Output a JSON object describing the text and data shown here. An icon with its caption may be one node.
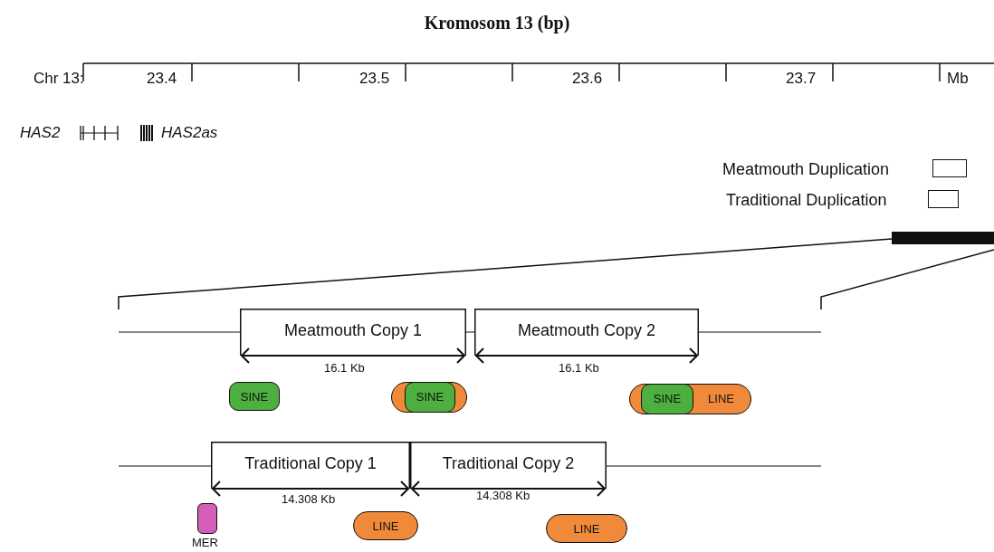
{
  "diagram": {
    "title": "Kromosom 13 (bp)",
    "nodes": [
      {
        "text": [],
        "shape": "bar"
      },
      {
        "text": [
          "Meatmouth Copy 1"
        ],
        "beside": [
          "16.1 Kb"
        ]
      },
      {
        "text": [
          "Meatmouth Copy 2"
        ],
        "beside": [
          "16.1 Kb"
        ]
      },
      {
        "text": [
          "SINE"
        ]
      },
      {
        "text": [],
        "shape": "capsule"
      },
      {
        "text": [
          "SINE"
        ],
        "in": 4
      },
      {
        "text": [
          "LINE"
        ]
      },
      {
        "text": [
          "SINE"
        ],
        "in": 6
      },
      {
        "text": [
          "Traditional Copy 1"
        ],
        "beside": [
          "14.308 Kb"
        ]
      },
      {
        "text": [
          "Traditional Copy 2"
        ],
        "beside": [
          "14.308 Kb"
        ]
      },
      {
        "text": [],
        "shape": "capsule",
        "beside": [
          "MER"
        ]
      },
      {
        "text": [
          "LINE"
        ]
      },
      {
        "text": [
          "LINE"
        ]
      }
    ],
    "edges": [],
    "labels": [
      "Chr 13:",
      "23.4",
      "23.5",
      "23.6",
      "23.7",
      "Mb",
      "HAS2",
      "HAS2as"
    ],
    "legend": [
      {
        "text": "Meatmouth Duplication"
      },
      {
        "text": "Traditional Duplication"
      }
    ]
  }
}
